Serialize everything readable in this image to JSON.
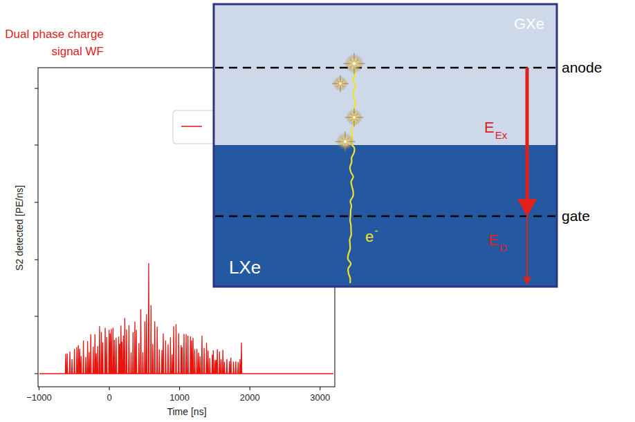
{
  "diagram": {
    "nodes": [
      {
        "text": [
          "GXe"
        ]
      },
      {
        "text": [
          "LXe"
        ]
      }
    ],
    "labels": [
      "Dual phase charge signal WF",
      "S2 detected [PE/ns]",
      "−1000",
      "0",
      "1000",
      "2000",
      "3000",
      "Time [ns]",
      "anode",
      "gate",
      "E",
      "Ex",
      "E",
      "D",
      "e",
      "-"
    ]
  }
}
